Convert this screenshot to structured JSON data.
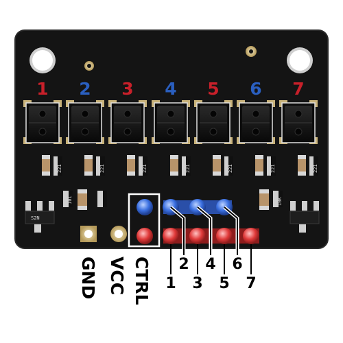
{
  "board": {
    "pcb_color": "#141414",
    "silk_color": "#e8e8e8",
    "channel_odd_color": "#c8202a",
    "channel_even_color": "#2a5fc0",
    "channel_labels": [
      "1",
      "2",
      "3",
      "4",
      "5",
      "6",
      "7"
    ],
    "resistor_marks": [
      "221",
      "221",
      "221",
      "221",
      "221",
      "221",
      "221"
    ],
    "small_marks": [
      "101",
      "10K"
    ],
    "sot_mark": "S2N"
  },
  "header": {
    "top_row_color": "#3a6fe0",
    "bottom_row_color": "#e03a3a",
    "labels_bottom": [
      "1",
      "3",
      "5",
      "7"
    ],
    "labels_top": [
      "2",
      "4",
      "6"
    ]
  },
  "side_labels": [
    "GND",
    "VCC",
    "CTRL"
  ]
}
